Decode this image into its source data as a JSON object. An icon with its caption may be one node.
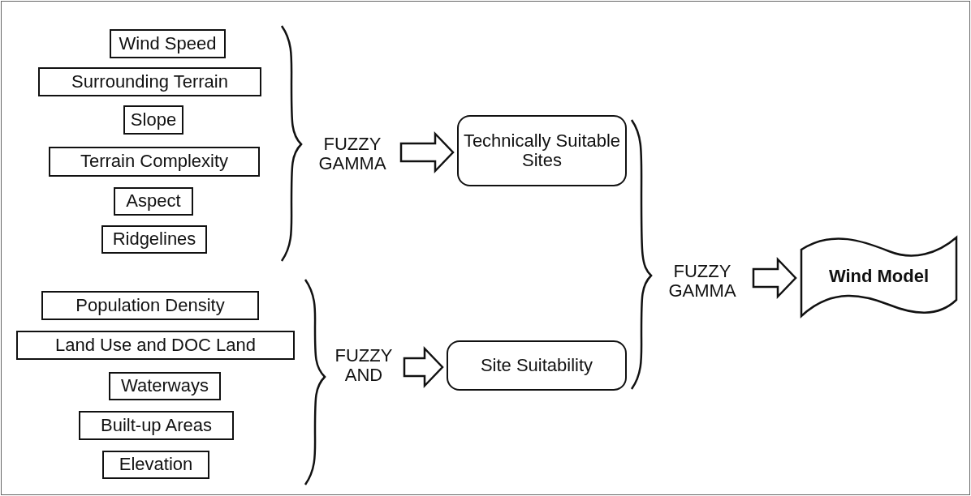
{
  "diagram": {
    "nodes": [
      {
        "text": [
          "Wind Speed"
        ]
      },
      {
        "text": [
          "Surrounding Terrain"
        ]
      },
      {
        "text": [
          "Slope"
        ]
      },
      {
        "text": [
          "Terrain Complexity"
        ]
      },
      {
        "text": [
          "Aspect"
        ]
      },
      {
        "text": [
          "Ridgelines"
        ]
      },
      {
        "text": [
          "Population Density"
        ]
      },
      {
        "text": [
          "Land Use and DOC Land"
        ]
      },
      {
        "text": [
          "Waterways"
        ]
      },
      {
        "text": [
          "Built-up Areas"
        ]
      },
      {
        "text": [
          "Elevation"
        ]
      },
      {
        "text": [
          "FUZZY GAMMA"
        ]
      },
      {
        "text": [
          "Technically Suitable Sites"
        ]
      },
      {
        "text": [
          "FUZZY AND"
        ]
      },
      {
        "text": [
          "Site Suitability"
        ]
      },
      {
        "text": [
          "FUZZY GAMMA"
        ]
      },
      {
        "text": [
          "Wind Model"
        ]
      }
    ],
    "edges": [
      {
        "from": 11,
        "to": 12,
        "arrow": "to"
      },
      {
        "from": 13,
        "to": 14,
        "arrow": "to"
      },
      {
        "from": 15,
        "to": 16,
        "arrow": "to"
      }
    ]
  }
}
